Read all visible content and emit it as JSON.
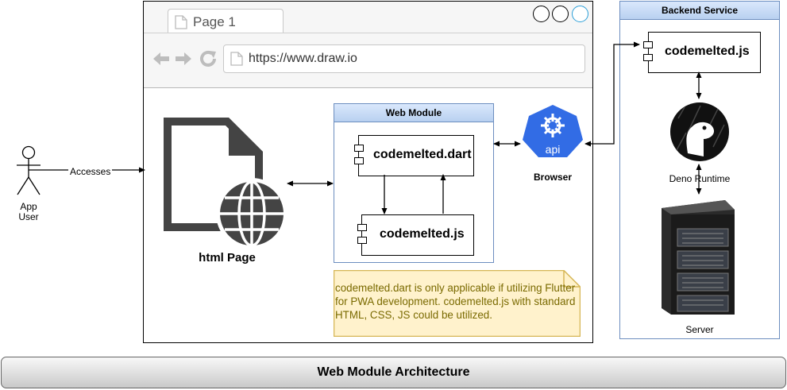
{
  "browser": {
    "tab_title": "Page 1",
    "url": "https://www.draw.io"
  },
  "actor": {
    "label_line1": "App",
    "label_line2": "User",
    "edge_label": "Accesses"
  },
  "html_page": {
    "label": "html Page"
  },
  "web_module": {
    "title": "Web Module",
    "components": [
      "codemelted.dart",
      "codemelted.js"
    ]
  },
  "browser_icon": {
    "label": "Browser",
    "badge": "api"
  },
  "backend": {
    "title": "Backend Service",
    "component": "codemelted.js",
    "runtime_label": "Deno Runtime",
    "server_label": "Server"
  },
  "note": {
    "text": "codemelted.dart is only applicable if utilizing Flutter for PWA development. codemelted.js with standard HTML, CSS, JS could be utilized."
  },
  "footer": {
    "title": "Web Module Architecture"
  },
  "colors": {
    "module_border": "#6c8ebf",
    "module_header": "#dae8fc",
    "note_fill": "#fff2cc",
    "note_border": "#d6b656",
    "api_blue": "#326ce5"
  }
}
